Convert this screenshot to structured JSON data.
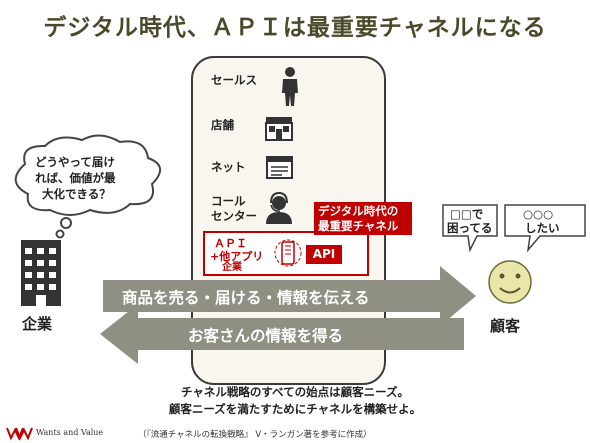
{
  "title": "デジタル時代、ＡＰＩは最重要チャネルになる",
  "channels": [
    {
      "label": "セールス",
      "icon": "salesperson-icon"
    },
    {
      "label": "店舗",
      "icon": "storefront-icon"
    },
    {
      "label": "ネット",
      "icon": "web-browser-icon"
    },
    {
      "label": "コール",
      "label2": "センター",
      "icon": "headset-operator-icon"
    }
  ],
  "api_channel": {
    "line1": "ＡＰＩ",
    "line2": "+他アプリ",
    "line3": "企業",
    "badge": "API",
    "icon": "smartphone-app-icon"
  },
  "callout": {
    "line1": "デジタル時代の",
    "line2": "最重要チャネル"
  },
  "thought": {
    "line1": "どうやって届け",
    "line2": "れば、価値が最",
    "line3": "大化できる？"
  },
  "company_label": "企業",
  "customer_label": "顧客",
  "bubbles": [
    {
      "line1": "□□で",
      "line2": "困ってる"
    },
    {
      "line1": "○○○",
      "line2": "したい"
    }
  ],
  "arrow_right": "商品を売る・届ける・情報を伝える",
  "arrow_left": "お客さんの情報を得る",
  "footer": {
    "line1": "チャネル戦略のすべての始点は顧客ニーズ。",
    "line2": "顧客ニーズを満たすためにチャネルを構築せよ。"
  },
  "source_note": "（『流通チャネルの転換戦略』 V・ランガン著を参考に作成）",
  "logo_text": "Wants and Value",
  "colors": {
    "title": "#4a4a2a",
    "arrow": "#8f8f84",
    "accent": "#c00000",
    "channel_box": "#f8f6ee",
    "smiley": "#e8e6a8"
  }
}
